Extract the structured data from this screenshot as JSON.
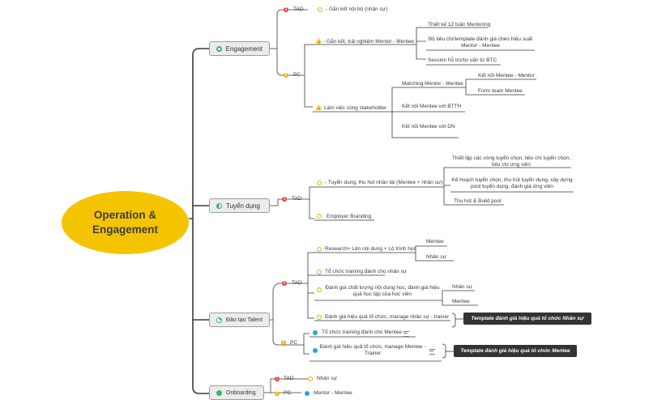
{
  "root": {
    "line1": "Operation &",
    "line2": "Engagement"
  },
  "branches": {
    "engagement": {
      "label": "Engagement",
      "tad": {
        "label": "TAD",
        "item": "- Gắn kết nội bộ (nhân sự)"
      },
      "pc": {
        "label": "PC",
        "g1": {
          "label": "- Gắn kết, trải nghiệm Mentor - Mentee",
          "items": [
            "Thiết kế 12 tuần Mentoring",
            "Bộ tiêu chí/template đánh giá chéo hiệu suất",
            "Mentor - Mentee",
            "Session hỗ trợ/tư vấn từ BTC"
          ]
        },
        "g2": {
          "label": "Làm việc cùng stakeholder",
          "matching": "Matching Mentor - Mentee",
          "matching_items": [
            "Kết nối Mentee - Mentor",
            "Form team Mentee"
          ],
          "items": [
            "Kết nối Mentee với BTTH",
            "Kết nối Mentee với DN"
          ]
        }
      }
    },
    "tuyen_dung": {
      "label": "Tuyển dụng",
      "tad": {
        "label": "TAD",
        "g1": {
          "label": "- Tuyển dụng, thu hút nhân tài (Mentee + nhân sự)",
          "items": [
            "Thiết lập các vòng tuyển chọn, tiêu chí tuyển chọn,",
            "tiêu chí ứng viên",
            "Kế hoạch tuyển chọn, thu hút tuyển dụng, xây dựng",
            "pool tuyển dụng, đánh giá ứng viên",
            "Thu hút & Build pool"
          ]
        },
        "g2": "Employer Branding"
      }
    },
    "dao_tao": {
      "label": "Đào tạo Talent",
      "tad": {
        "label": "TAD",
        "items": [
          "Research+ Lên nội dung + Lộ trình học",
          "Tổ chức training đánh cho nhân sự",
          "Đánh giá chất lượng nội dung học, đánh giá hiệu",
          "quả học tập của học viên",
          "Đánh giá hiệu quả tổ chức, manage nhân sự - trainer"
        ],
        "research_items": [
          "Mentee",
          "Nhân sự"
        ],
        "eval_items": [
          "Nhân sự",
          "Mentee"
        ],
        "template": "Template đánh giá hiệu quả tổ chức Nhân sự"
      },
      "pc": {
        "label": "PC",
        "items": [
          "Tổ chức training đánh cho Mentee",
          "Đánh giá hiệu quả tổ chức, manage Mentee -",
          "Trainer"
        ],
        "template": "Template đánh giá hiệu quả tổ chức Mentee"
      }
    },
    "onboarding": {
      "label": "Onboarding",
      "tad": {
        "label": "TAD",
        "item": "Nhân sự"
      },
      "pc": {
        "label": "PC",
        "item": "Mentor - Mentee"
      }
    }
  },
  "colors": {
    "root": "#f5c400",
    "tad_marker": "#e53935",
    "pc_marker": "#f2a900",
    "pc_task_marker": "#29a3e0",
    "callout": "#333333"
  }
}
